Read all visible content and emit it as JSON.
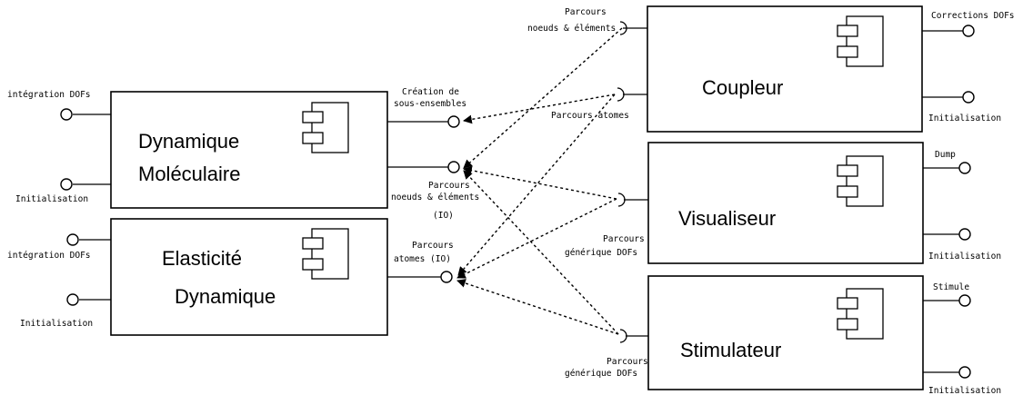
{
  "components": {
    "dynamique": {
      "line1": "Dynamique",
      "line2": "Moléculaire"
    },
    "elasticite": {
      "line1": "Elasticité",
      "line2": "Dynamique"
    },
    "coupleur": {
      "line1": "Coupleur"
    },
    "visualiseur": {
      "line1": "Visualiseur"
    },
    "stimulateur": {
      "line1": "Stimulateur"
    }
  },
  "ports": {
    "dyn_integration": "intégration DOFs",
    "dyn_initialisation": "Initialisation",
    "dyn_creation_1": "Création de",
    "dyn_creation_2": "sous-ensembles",
    "dyn_parcours_1": "Parcours",
    "dyn_parcours_2": "noeuds & éléments",
    "dyn_parcours_3": "(IO)",
    "ela_integration": "intégration DOFs",
    "ela_initialisation": "Initialisation",
    "ela_parcours_1": "Parcours",
    "ela_parcours_2": "atomes (IO)",
    "coup_parcours_ne_1": "Parcours",
    "coup_parcours_ne_2": "noeuds & éléments",
    "coup_parcours_atomes": "Parcours atomes",
    "coup_corrections": "Corrections DOFs",
    "coup_initialisation": "Initialisation",
    "vis_parcours_1": "Parcours",
    "vis_parcours_2": "générique DOFs",
    "vis_dump": "Dump",
    "vis_initialisation": "Initialisation",
    "stim_parcours_1": "Parcours",
    "stim_parcours_2": "générique DOFs",
    "stim_stimule": "Stimule",
    "stim_initialisation": "Initialisation"
  }
}
